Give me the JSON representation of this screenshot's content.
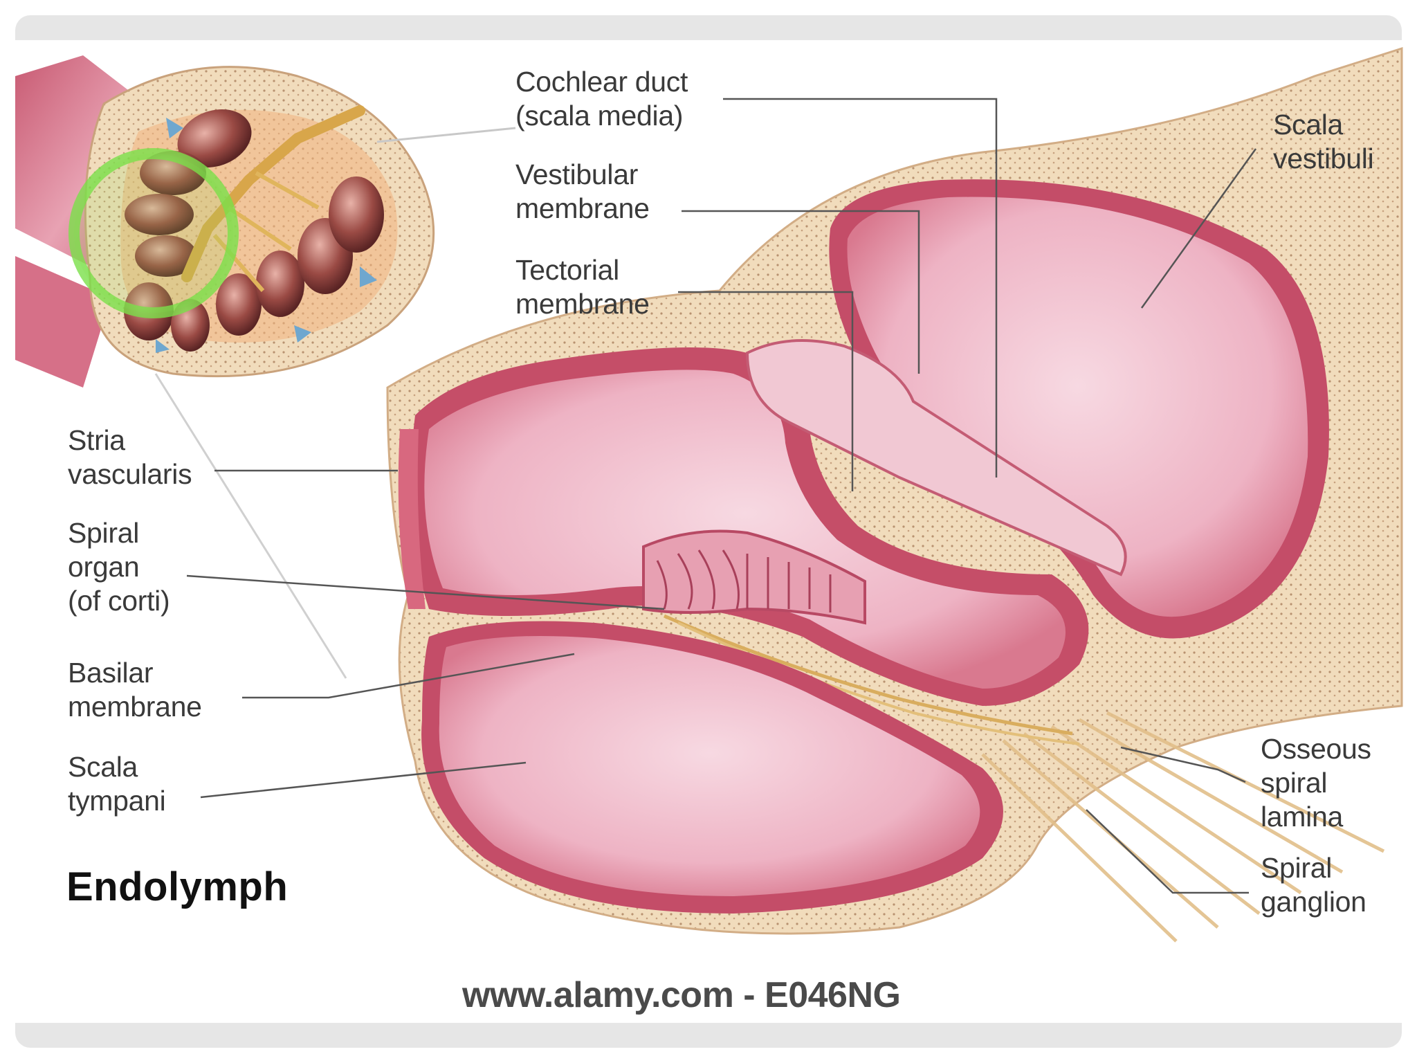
{
  "title": "Endolymph",
  "watermark": "www.alamy.com - E046NG",
  "labels": {
    "cochlear_duct": "Cochlear duct\n(scala media)",
    "vestibular_membrane": "Vestibular\nmembrane",
    "tectorial_membrane": "Tectorial\nmembrane",
    "scala_vestibuli": "Scala\nvestibuli",
    "stria_vascularis": "Stria\nvascularis",
    "spiral_organ": "Spiral\norgan\n(of corti)",
    "basilar_membrane": "Basilar\nmembrane",
    "scala_tympani": "Scala\ntympani",
    "osseous_spiral_lamina": "Osseous\nspiral\nlamina",
    "spiral_ganglion": "Spiral\nganglion"
  },
  "colors": {
    "bone": "#f0d9b5",
    "tissue": "#d9647c",
    "chamber": "#f2c5d2",
    "highlight": "#7be04a",
    "leader": "#555555"
  }
}
